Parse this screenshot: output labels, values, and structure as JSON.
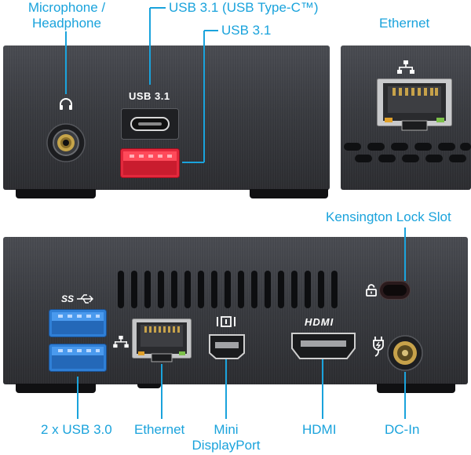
{
  "callouts": {
    "mic": "Microphone /\nHeadphone",
    "mic_line1": "Microphone /",
    "mic_line2": "Headphone",
    "usb_c": "USB 3.1 (USB Type-C™)",
    "usb_31": "USB 3.1",
    "ethernet_top": "Ethernet",
    "kensington": "Kensington Lock Slot",
    "usb30": "2 x USB 3.0",
    "ethernet_bottom": "Ethernet",
    "mini_dp_line1": "Mini",
    "mini_dp_line2": "DisplayPort",
    "hdmi": "HDMI",
    "dc_in": "DC-In"
  },
  "port_labels": {
    "usb31_top": "USB 3.1"
  },
  "icons": {
    "headphone": "headphone-icon",
    "ethernet": "network-icon",
    "usb_ss": "superspeed-usb-icon",
    "mini_dp": "displayport-icon",
    "hdmi": "hdmi-logo-icon",
    "lock": "lock-icon",
    "power": "power-plug-icon"
  },
  "colors": {
    "callout": "#1aa3dc",
    "usb31_port": "#e3283c",
    "usb30_port": "#2f7fd6",
    "chassis": "#3a3c41"
  }
}
